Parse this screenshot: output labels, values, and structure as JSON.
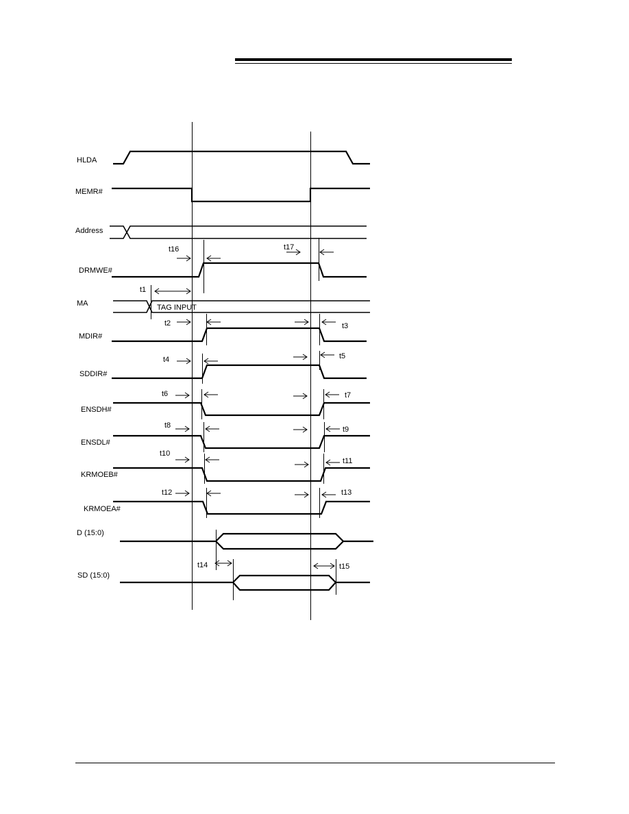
{
  "signals": [
    {
      "id": "hlda",
      "label": "HLDA"
    },
    {
      "id": "memr",
      "label": "MEMR#"
    },
    {
      "id": "address",
      "label": "Address"
    },
    {
      "id": "drmwe",
      "label": "DRMWE#"
    },
    {
      "id": "ma",
      "label": "MA",
      "annotation": "TAG INPUT"
    },
    {
      "id": "mdir",
      "label": "MDIR#"
    },
    {
      "id": "sddir",
      "label": "SDDIR#"
    },
    {
      "id": "ensdh",
      "label": "ENSDH#"
    },
    {
      "id": "ensdl",
      "label": "ENSDL#"
    },
    {
      "id": "krmoeb",
      "label": "KRMOEB#"
    },
    {
      "id": "krmoea",
      "label": "KRMOEA#"
    },
    {
      "id": "d",
      "label": "D (15:0)"
    },
    {
      "id": "sd",
      "label": "SD (15:0)"
    }
  ],
  "timing_labels": [
    "t1",
    "t2",
    "t3",
    "t4",
    "t5",
    "t6",
    "t7",
    "t8",
    "t9",
    "t10",
    "t11",
    "t12",
    "t13",
    "t14",
    "t15",
    "t16",
    "t17"
  ]
}
